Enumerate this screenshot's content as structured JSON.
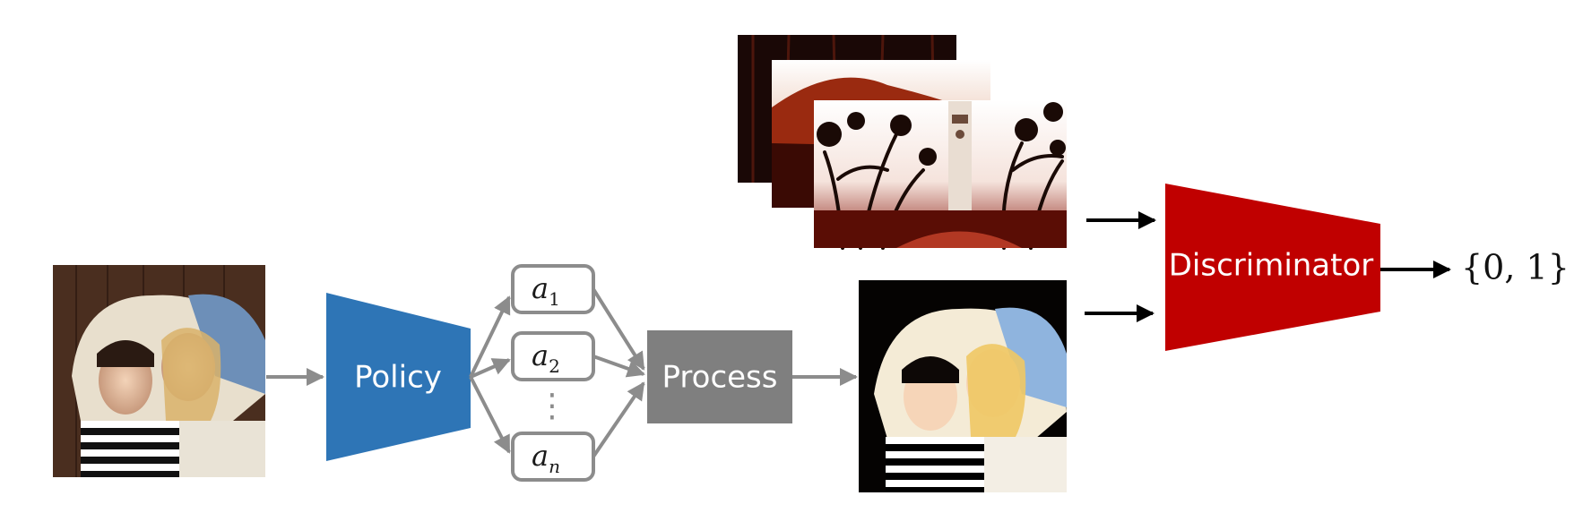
{
  "nodes": {
    "policy": {
      "label": "Policy",
      "color": "#2E75B6"
    },
    "process": {
      "label": "Process",
      "color": "#7F7F7F"
    },
    "discriminator": {
      "label": "Discriminator",
      "color": "#C00000"
    }
  },
  "actions": [
    {
      "base": "a",
      "subscript": "1"
    },
    {
      "base": "a",
      "subscript": "2"
    },
    {
      "base": "a",
      "subscript": "n"
    }
  ],
  "actions_ellipsis": "⋮",
  "output": {
    "label": "{0, 1}"
  },
  "colors": {
    "flow_arrow": "#8C8C8C",
    "disc_arrow": "#000000",
    "action_border": "#8C8C8C"
  },
  "images": {
    "input": "photo of two women wearing a denim hood",
    "output": "retouched high-contrast photo of two women wearing a denim hood",
    "references": [
      "dark forest photo",
      "mountain landscape photo",
      "clock tower with red trees photo"
    ]
  }
}
